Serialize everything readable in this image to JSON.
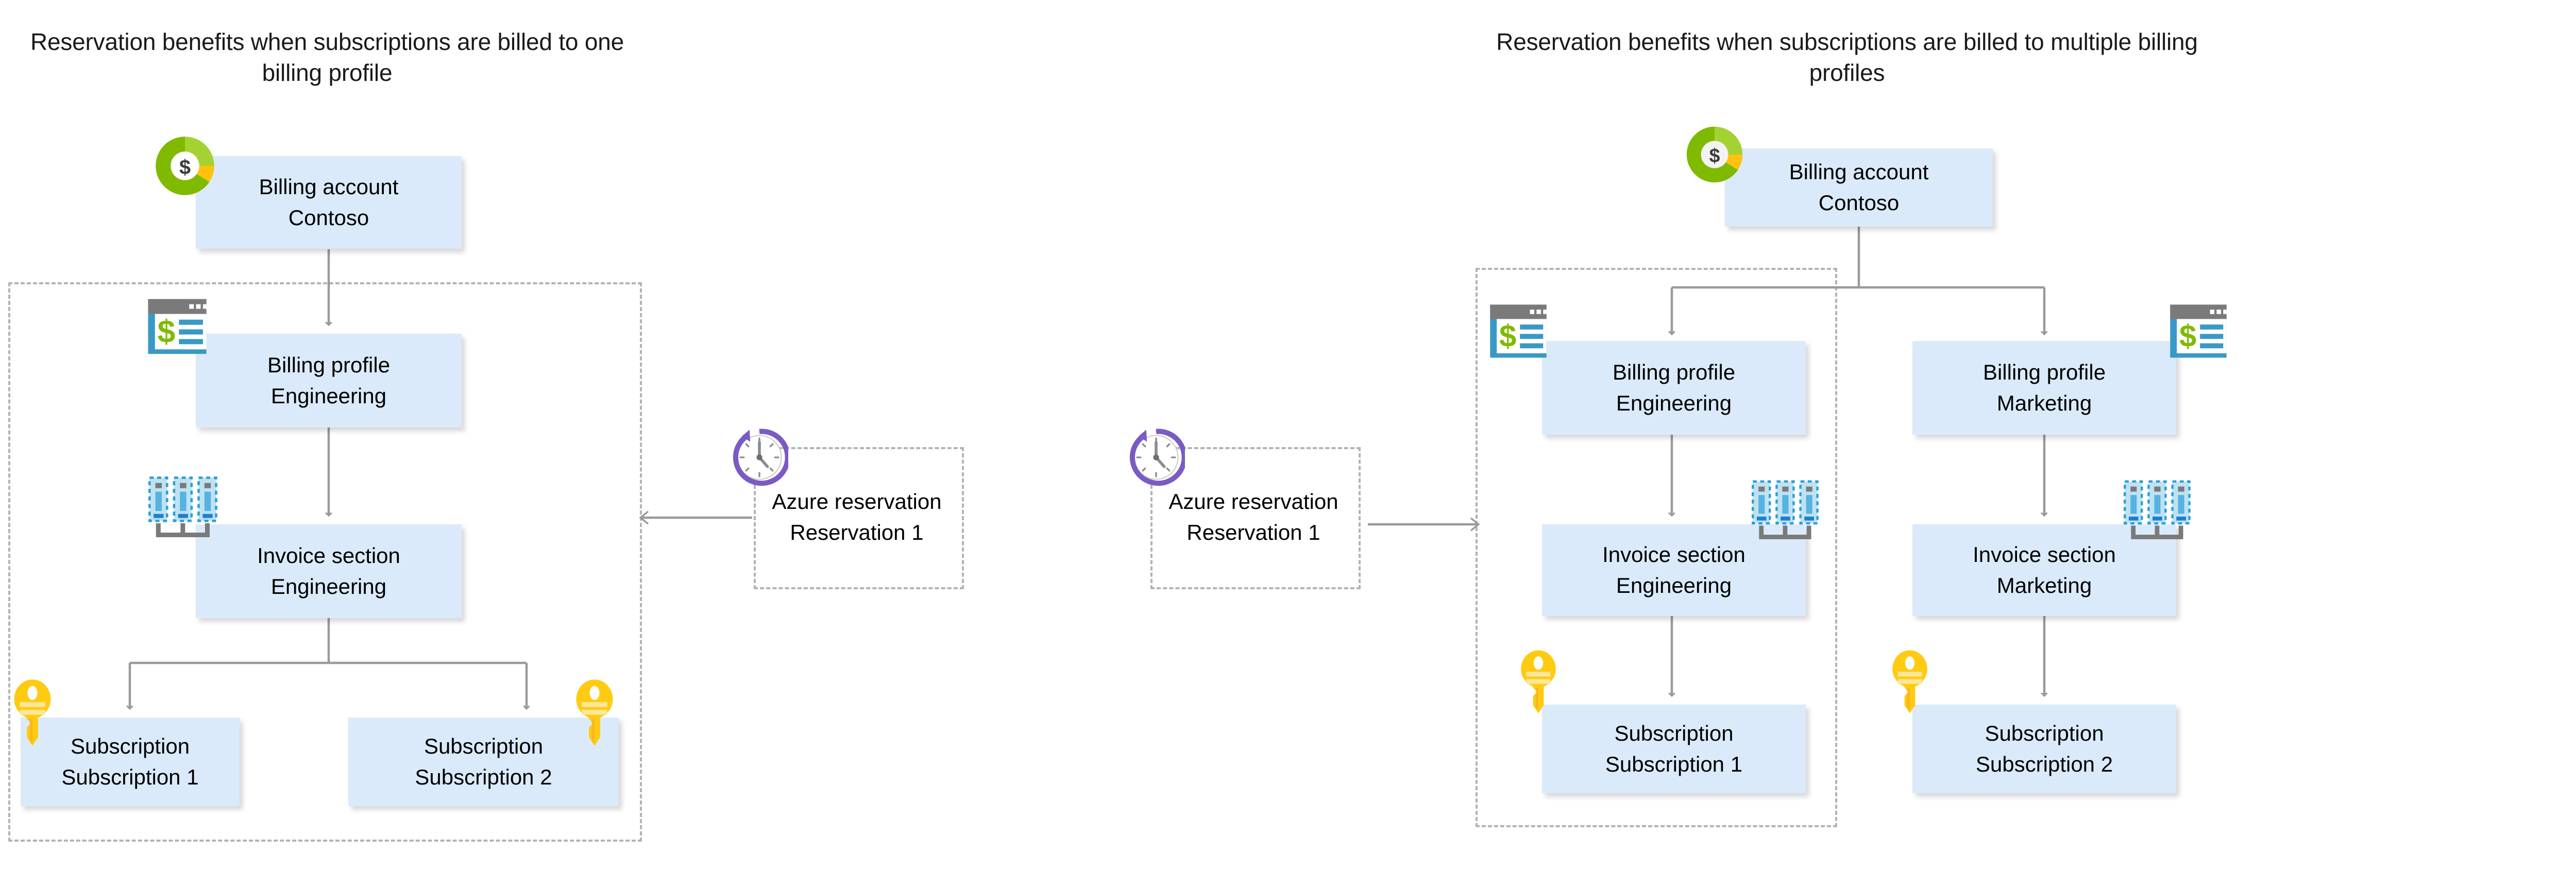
{
  "diagrams": [
    {
      "id": "single-billing-profile",
      "title": "Reservation benefits when subscriptions are billed to one billing profile",
      "title_lines": [
        "Reservation benefits when subscriptions are billed to one",
        "billing profile"
      ],
      "billing_account": {
        "type_label": "Billing account",
        "name": "Contoso",
        "icon": "money-donut-icon"
      },
      "billing_profiles": [
        {
          "type_label": "Billing profile",
          "name": "Engineering",
          "icon": "invoice-window-icon"
        }
      ],
      "invoice_sections": [
        {
          "type_label": "Invoice section",
          "name": "Engineering",
          "icon": "invoice-section-icon"
        }
      ],
      "subscriptions": [
        {
          "type_label": "Subscription",
          "name": "Subscription 1",
          "icon": "key-icon"
        },
        {
          "type_label": "Subscription",
          "name": "Subscription 2",
          "icon": "key-icon"
        }
      ],
      "reservation": {
        "type_label": "Azure reservation",
        "name": "Reservation 1",
        "icon": "clock-refresh-icon"
      }
    },
    {
      "id": "multiple-billing-profiles",
      "title": "Reservation benefits when subscriptions are billed to multiple billing profiles",
      "title_lines": [
        "Reservation benefits when subscriptions are billed to",
        "multiple billing profiles"
      ],
      "billing_account": {
        "type_label": "Billing account",
        "name": "Contoso",
        "icon": "money-donut-icon"
      },
      "billing_profiles": [
        {
          "type_label": "Billing profile",
          "name": "Engineering",
          "icon": "invoice-window-icon"
        },
        {
          "type_label": "Billing profile",
          "name": "Marketing",
          "icon": "invoice-window-icon"
        }
      ],
      "invoice_sections": [
        {
          "type_label": "Invoice section",
          "name": "Engineering",
          "icon": "invoice-section-icon"
        },
        {
          "type_label": "Invoice section",
          "name": "Marketing",
          "icon": "invoice-section-icon"
        }
      ],
      "subscriptions": [
        {
          "type_label": "Subscription",
          "name": "Subscription 1",
          "icon": "key-icon"
        },
        {
          "type_label": "Subscription",
          "name": "Subscription 2",
          "icon": "key-icon"
        }
      ],
      "reservation": {
        "type_label": "Azure reservation",
        "name": "Reservation 1",
        "icon": "clock-refresh-icon"
      }
    }
  ],
  "colors": {
    "node_fill": "#daeafa",
    "connector": "#9a9a9a",
    "dashed_border": "#b3b3b3",
    "donut_green_light": "#a4d233",
    "donut_green": "#7fba00",
    "donut_yellow": "#ffc20e",
    "clock_purple": "#7a5bc4",
    "key_yellow": "#ffcb12",
    "invoice_blue": "#3999c6",
    "invoice_dollar_green": "#7fba00",
    "window_gray": "#7a7a7a",
    "text": "#000000"
  }
}
